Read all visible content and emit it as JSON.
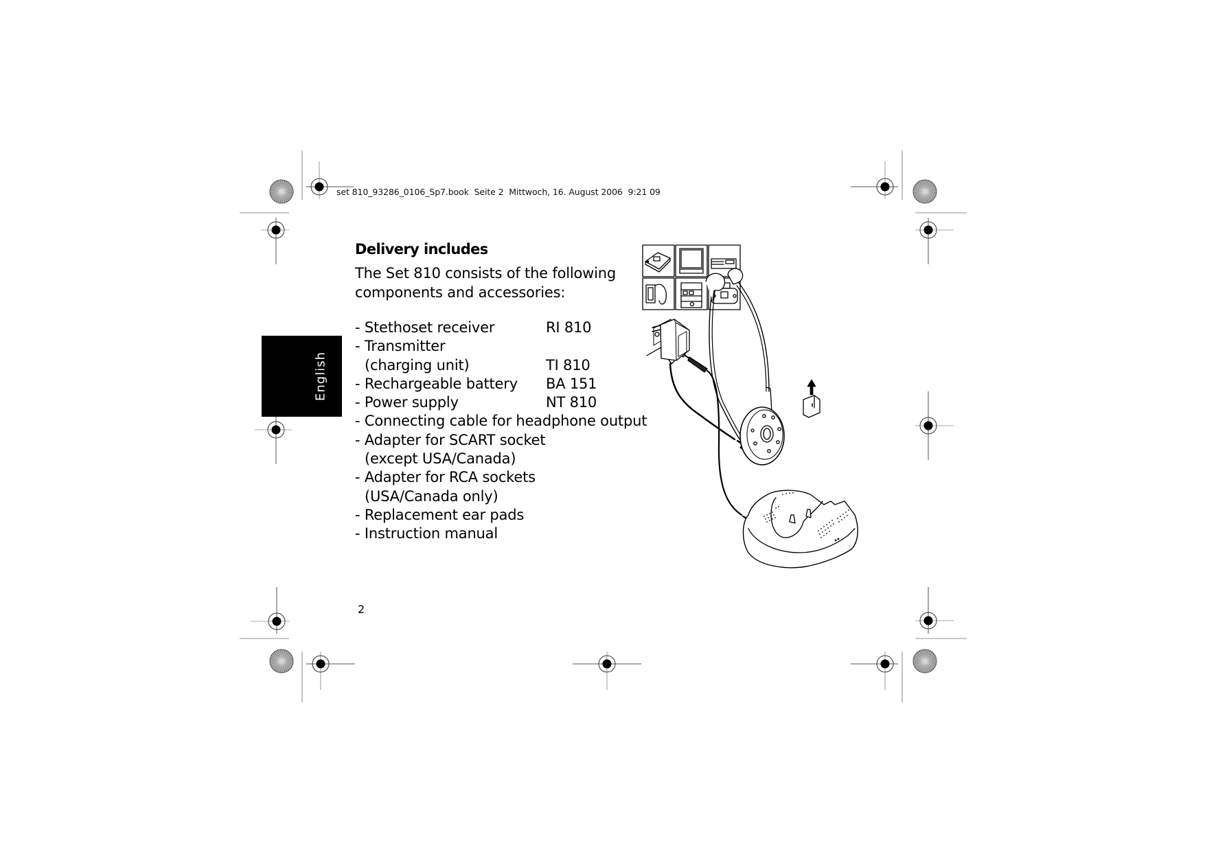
{
  "print_header": {
    "text": "set 810_93286_0106_Sp7.book  Seite 2  Mittwoch, 16. August 2006  9:21 09"
  },
  "language_tab": {
    "label": "English",
    "background_color": "#000000",
    "text_color": "#ffffff"
  },
  "section": {
    "heading": "Delivery includes",
    "intro_lines": [
      "The Set 810 consists of the following",
      "components and accessories:"
    ]
  },
  "components": [
    {
      "name": "- Stethoset receiver",
      "model": "RI 810"
    },
    {
      "name": "- Transmitter",
      "model": ""
    },
    {
      "name": "(charging unit)",
      "model": "TI 810"
    },
    {
      "name": "- Rechargeable battery",
      "model": "BA 151"
    },
    {
      "name": "- Power supply",
      "model": "NT 810"
    },
    {
      "name": "- Connecting cable for headphone output",
      "model": ""
    },
    {
      "name": "- Adapter for SCART socket",
      "model": ""
    },
    {
      "name": "(except USA/Canada)",
      "model": ""
    },
    {
      "name": "- Adapter for RCA sockets",
      "model": ""
    },
    {
      "name": "(USA/Canada only)",
      "model": ""
    },
    {
      "name": "- Replacement ear pads",
      "model": ""
    },
    {
      "name": "- Instruction manual",
      "model": ""
    }
  ],
  "illustration": {
    "source_icons": [
      "cd-player-icon",
      "tv-icon",
      "video-recorder-icon",
      "walkman-icon",
      "hifi-stack-icon",
      "radio-cassette-icon"
    ],
    "parts": [
      "headphone-socket",
      "connecting-cable",
      "power-supply",
      "stethoset-receiver",
      "battery",
      "transmitter-base"
    ]
  },
  "footer": {
    "page_number": "2"
  }
}
